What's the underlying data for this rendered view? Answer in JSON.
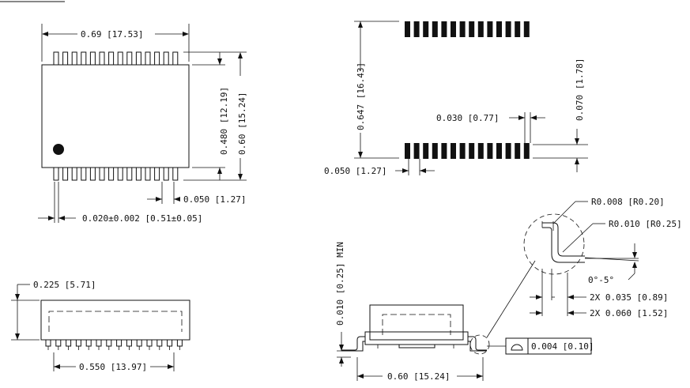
{
  "top_view": {
    "overall_length": "0.69 [17.53]",
    "body_width": "0.480 [12.19]",
    "overall_width": "0.60 [15.24]",
    "lead_pitch": "0.050 [1.27]",
    "lead_width": "0.020±0.002 [0.51±0.05]"
  },
  "pad_layout": {
    "span": "0.647 [16.43]",
    "pad_length": "0.070 [1.78]",
    "pad_gap": "0.030 [0.77]",
    "pad_pitch": "0.050 [1.27]"
  },
  "side_view": {
    "height": "0.225 [5.71]",
    "lead_span": "0.550 [13.97]"
  },
  "end_view": {
    "standoff": "0.010 [0.25] MIN",
    "inner_radius": "R0.008 [R0.20]",
    "outer_radius": "R0.010 [R0.25]",
    "angle": "0°-5°",
    "foot_thickness": "2X 0.035 [0.89]",
    "foot_length": "2X 0.060 [1.52]",
    "coplanarity": "0.004 [0.10]",
    "overall_span": "0.60 [15.24]"
  },
  "colors": {
    "line": "#111111",
    "background": "#ffffff"
  },
  "lead_count_per_side": 14
}
